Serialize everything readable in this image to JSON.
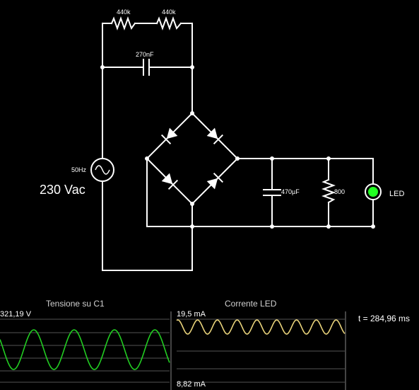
{
  "circuit": {
    "r1_label": "440k",
    "r2_label": "440k",
    "cap_series_label": "270nF",
    "source_freq_label": "50Hz",
    "source_voltage_label": "230 Vac",
    "cap_filter_label": "470µF",
    "load_resistor_label": "800",
    "led_label": "LED"
  },
  "colors": {
    "wire": "#ffffff",
    "voltage_trace": "#22cc22",
    "current_trace": "#e8d27a",
    "led_on": "#22ff22",
    "scope_grid": "#555555"
  },
  "scope_voltage": {
    "title": "Tensione su C1",
    "max_label": "321,19 V",
    "cycles": 4.2
  },
  "scope_current": {
    "title": "Corrente LED",
    "max_label": "19,5 mA",
    "min_label": "8,82 mA",
    "cycles": 8.5
  },
  "time_readout": "t = 284,96 ms"
}
